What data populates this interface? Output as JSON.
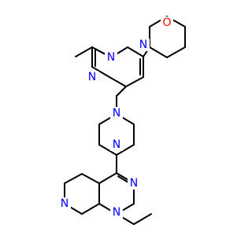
{
  "molecule": {
    "atom_colors": {
      "N": "#0000ff",
      "O": "#ff0000",
      "bond": "#000000"
    },
    "labels": {
      "morpholine_oxygen": "O",
      "morpholine_nitrogen": "N",
      "pyrimidine_n_top": "N",
      "pyrimidine_n_bottom": "N",
      "piperazine_n_top": "N",
      "piperazine_n_bottom": "N",
      "pyridopyrimidine_n3": "N",
      "pyridopyrimidine_n1": "N",
      "pyridine_n": "N"
    }
  }
}
